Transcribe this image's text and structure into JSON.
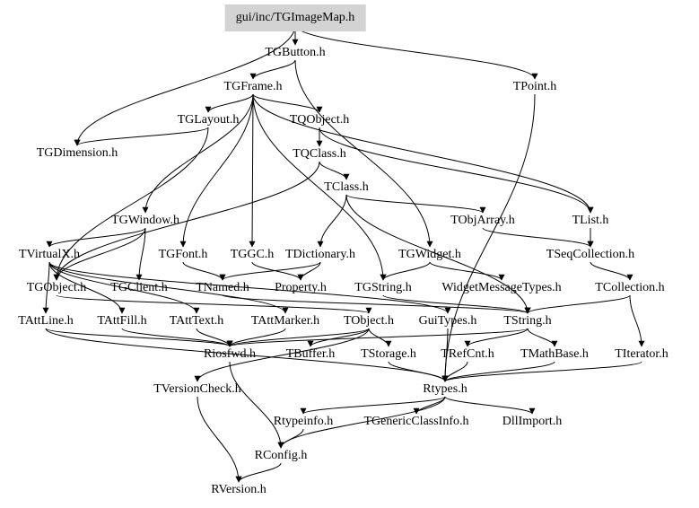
{
  "graph": {
    "title": "gui/inc/TGImageMap.h",
    "edge_color": "#000000",
    "root_fill": "#d3d3d3",
    "nodes": [
      {
        "id": "TGImageMap",
        "label": "gui/inc/TGImageMap.h",
        "root": true
      },
      {
        "id": "TGButton",
        "label": "TGButton.h"
      },
      {
        "id": "TPoint",
        "label": "TPoint.h"
      },
      {
        "id": "TGFrame",
        "label": "TGFrame.h"
      },
      {
        "id": "TGLayout",
        "label": "TGLayout.h"
      },
      {
        "id": "TQObject",
        "label": "TQObject.h"
      },
      {
        "id": "TGDimension",
        "label": "TGDimension.h"
      },
      {
        "id": "TQClass",
        "label": "TQClass.h"
      },
      {
        "id": "TClass",
        "label": "TClass.h"
      },
      {
        "id": "TGWindow",
        "label": "TGWindow.h"
      },
      {
        "id": "TObjArray",
        "label": "TObjArray.h"
      },
      {
        "id": "TList",
        "label": "TList.h"
      },
      {
        "id": "TVirtualX",
        "label": "TVirtualX.h"
      },
      {
        "id": "TGFont",
        "label": "TGFont.h"
      },
      {
        "id": "TGGC",
        "label": "TGGC.h"
      },
      {
        "id": "TDictionary",
        "label": "TDictionary.h"
      },
      {
        "id": "TGWidget",
        "label": "TGWidget.h"
      },
      {
        "id": "TSeqCollection",
        "label": "TSeqCollection.h"
      },
      {
        "id": "TGObject",
        "label": "TGObject.h"
      },
      {
        "id": "TGClient",
        "label": "TGClient.h"
      },
      {
        "id": "TNamed",
        "label": "TNamed.h"
      },
      {
        "id": "Property",
        "label": "Property.h"
      },
      {
        "id": "TGString",
        "label": "TGString.h"
      },
      {
        "id": "WidgetMessageTypes",
        "label": "WidgetMessageTypes.h"
      },
      {
        "id": "TCollection",
        "label": "TCollection.h"
      },
      {
        "id": "TAttLine",
        "label": "TAttLine.h"
      },
      {
        "id": "TAttFill",
        "label": "TAttFill.h"
      },
      {
        "id": "TAttText",
        "label": "TAttText.h"
      },
      {
        "id": "TAttMarker",
        "label": "TAttMarker.h"
      },
      {
        "id": "TObject",
        "label": "TObject.h"
      },
      {
        "id": "GuiTypes",
        "label": "GuiTypes.h"
      },
      {
        "id": "TString",
        "label": "TString.h"
      },
      {
        "id": "Riosfwd",
        "label": "Riosfwd.h"
      },
      {
        "id": "TBuffer",
        "label": "TBuffer.h"
      },
      {
        "id": "TStorage",
        "label": "TStorage.h"
      },
      {
        "id": "TRefCnt",
        "label": "TRefCnt.h"
      },
      {
        "id": "TMathBase",
        "label": "TMathBase.h"
      },
      {
        "id": "TIterator",
        "label": "TIterator.h"
      },
      {
        "id": "TVersionCheck",
        "label": "TVersionCheck.h"
      },
      {
        "id": "Rtypes",
        "label": "Rtypes.h"
      },
      {
        "id": "Rtypeinfo",
        "label": "Rtypeinfo.h"
      },
      {
        "id": "TGenericClassInfo",
        "label": "TGenericClassInfo.h"
      },
      {
        "id": "DllImport",
        "label": "DllImport.h"
      },
      {
        "id": "RConfig",
        "label": "RConfig.h"
      },
      {
        "id": "RVersion",
        "label": "RVersion.h"
      }
    ],
    "edges": [
      [
        "TGImageMap",
        "TGButton"
      ],
      [
        "TGImageMap",
        "TPoint"
      ],
      [
        "TGImageMap",
        "TGDimension"
      ],
      [
        "TGButton",
        "TGFrame"
      ],
      [
        "TGButton",
        "TGWidget"
      ],
      [
        "TGFrame",
        "TGLayout"
      ],
      [
        "TGFrame",
        "TQObject"
      ],
      [
        "TGFrame",
        "TGWindow"
      ],
      [
        "TGFrame",
        "TGGC"
      ],
      [
        "TGFrame",
        "TGFont"
      ],
      [
        "TGFrame",
        "TList"
      ],
      [
        "TGFrame",
        "TGString"
      ],
      [
        "TGLayout",
        "TGDimension"
      ],
      [
        "TGLayout",
        "TGObject"
      ],
      [
        "TQObject",
        "TQClass"
      ],
      [
        "TQObject",
        "TList"
      ],
      [
        "TQClass",
        "TClass"
      ],
      [
        "TQClass",
        "TGObject"
      ],
      [
        "TClass",
        "TDictionary"
      ],
      [
        "TClass",
        "TObjArray"
      ],
      [
        "TClass",
        "TString"
      ],
      [
        "TGWindow",
        "TVirtualX"
      ],
      [
        "TGWindow",
        "TGClient"
      ],
      [
        "TGWindow",
        "TGObject"
      ],
      [
        "TObjArray",
        "TSeqCollection"
      ],
      [
        "TList",
        "TSeqCollection"
      ],
      [
        "TSeqCollection",
        "TCollection"
      ],
      [
        "TCollection",
        "TIterator"
      ],
      [
        "TCollection",
        "TString"
      ],
      [
        "TGFont",
        "TNamed"
      ],
      [
        "TGGC",
        "Property"
      ],
      [
        "TDictionary",
        "Property"
      ],
      [
        "TDictionary",
        "TNamed"
      ],
      [
        "TGWidget",
        "TGString"
      ],
      [
        "TGWidget",
        "WidgetMessageTypes"
      ],
      [
        "TGObject",
        "TObject"
      ],
      [
        "TNamed",
        "TString"
      ],
      [
        "TGString",
        "TString"
      ],
      [
        "TVirtualX",
        "TAttLine"
      ],
      [
        "TVirtualX",
        "TAttFill"
      ],
      [
        "TVirtualX",
        "TAttText"
      ],
      [
        "TVirtualX",
        "TAttMarker"
      ],
      [
        "TVirtualX",
        "GuiTypes"
      ],
      [
        "TAttLine",
        "Riosfwd"
      ],
      [
        "TAttLine",
        "Rtypes"
      ],
      [
        "TAttFill",
        "Riosfwd"
      ],
      [
        "TAttText",
        "Riosfwd"
      ],
      [
        "TAttMarker",
        "Riosfwd"
      ],
      [
        "TObject",
        "Riosfwd"
      ],
      [
        "TObject",
        "TStorage"
      ],
      [
        "TObject",
        "TBuffer"
      ],
      [
        "TObject",
        "TVersionCheck"
      ],
      [
        "GuiTypes",
        "Rtypes"
      ],
      [
        "TString",
        "TRefCnt"
      ],
      [
        "TString",
        "TMathBase"
      ],
      [
        "TString",
        "Riosfwd"
      ],
      [
        "TStorage",
        "Rtypes"
      ],
      [
        "TRefCnt",
        "Rtypes"
      ],
      [
        "TMathBase",
        "Rtypes"
      ],
      [
        "TIterator",
        "Rtypes"
      ],
      [
        "TPoint",
        "Rtypes"
      ],
      [
        "Rtypes",
        "Rtypeinfo"
      ],
      [
        "Rtypes",
        "TGenericClassInfo"
      ],
      [
        "Rtypes",
        "DllImport"
      ],
      [
        "Rtypes",
        "RConfig"
      ],
      [
        "Rtypeinfo",
        "RConfig"
      ],
      [
        "RConfig",
        "RVersion"
      ],
      [
        "TVersionCheck",
        "RVersion"
      ],
      [
        "Riosfwd",
        "RConfig"
      ]
    ]
  }
}
